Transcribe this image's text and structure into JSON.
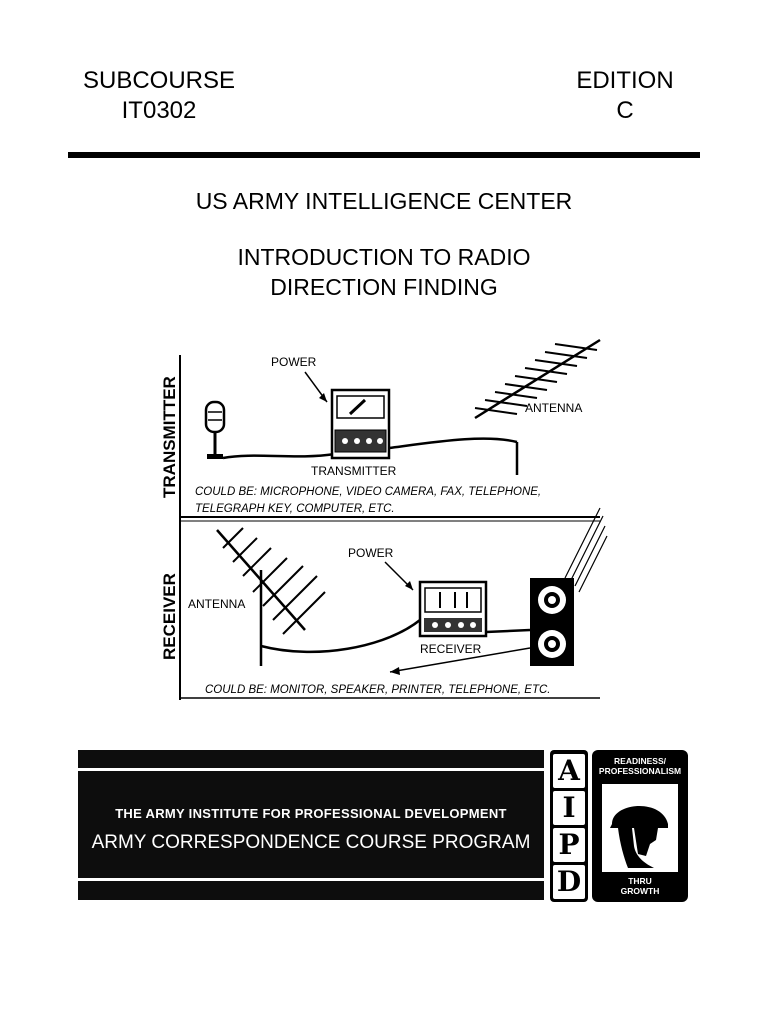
{
  "header": {
    "left_line1": "SUBCOURSE",
    "left_line2": "IT0302",
    "right_line1": "EDITION",
    "right_line2": "C"
  },
  "title": {
    "org": "US ARMY INTELLIGENCE CENTER",
    "course_line1": "INTRODUCTION TO RADIO",
    "course_line2": "DIRECTION FINDING"
  },
  "diagram": {
    "transmitter_section": "TRANSMITTER",
    "receiver_section": "RECEIVER",
    "tx_power": "POWER",
    "tx_antenna": "ANTENNA",
    "tx_unit": "TRANSMITTER",
    "tx_caption_line1": "COULD BE: MICROPHONE, VIDEO CAMERA, FAX, TELEPHONE,",
    "tx_caption_line2": "TELEGRAPH KEY, COMPUTER, ETC.",
    "rx_power": "POWER",
    "rx_antenna": "ANTENNA",
    "rx_unit": "RECEIVER",
    "rx_caption": "COULD BE: MONITOR, SPEAKER, PRINTER, TELEPHONE, ETC."
  },
  "banner": {
    "line1": "THE ARMY INSTITUTE FOR PROFESSIONAL DEVELOPMENT",
    "line2": "ARMY CORRESPONDENCE COURSE PROGRAM"
  },
  "aipd_letters": [
    "A",
    "I",
    "P",
    "D"
  ],
  "emblem": {
    "top_line1": "READINESS/",
    "top_line2": "PROFESSIONALISM",
    "bottom_line1": "THRU",
    "bottom_line2": "GROWTH"
  }
}
